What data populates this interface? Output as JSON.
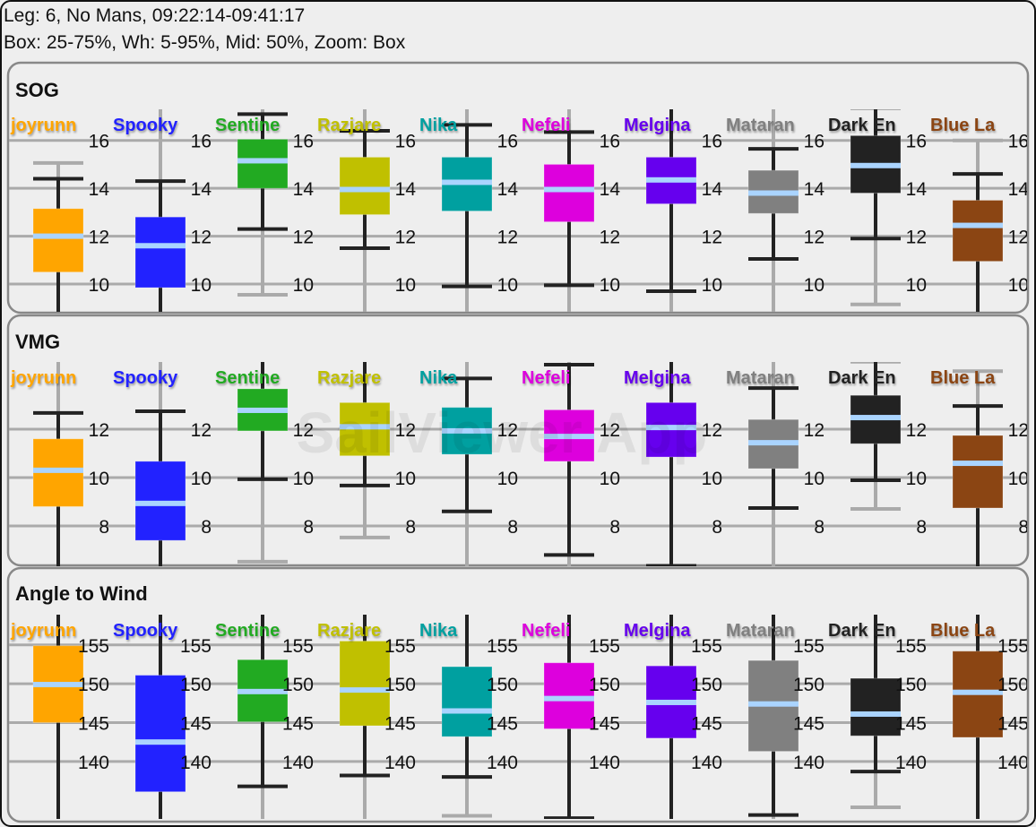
{
  "header": {
    "line1": "Leg: 6, No Mans, 09:22:14-09:41:17",
    "line2": "Box: 25-75%, Wh: 5-95%, Mid: 50%, Zoom: Box"
  },
  "watermark": "SailViewer App",
  "colors": {
    "median": "#AAD4FF",
    "inner_whisker": "#222222",
    "outer_whisker": "#AAAAAA",
    "grid": "#AAAAAA",
    "panel_border": "#888888"
  },
  "boats": [
    {
      "name": "joyrunn",
      "color": "#FFA500"
    },
    {
      "name": "Spooky",
      "color": "#2222FF"
    },
    {
      "name": "Sentine",
      "color": "#22AA22"
    },
    {
      "name": "Razjare",
      "color": "#C0C000"
    },
    {
      "name": "Nika",
      "color": "#00A0A0"
    },
    {
      "name": "Nefeli",
      "color": "#DD00DD"
    },
    {
      "name": "Melgina",
      "color": "#6600EE"
    },
    {
      "name": "Mataran",
      "color": "#808080"
    },
    {
      "name": "Dark En",
      "color": "#222222"
    },
    {
      "name": "Blue La",
      "color": "#8B4513"
    }
  ],
  "chart_data": [
    {
      "type": "box",
      "title": "SOG",
      "ylim": [
        8.84,
        17.3
      ],
      "yticks": [
        10,
        12,
        14,
        16
      ],
      "grid": true,
      "stat_order": [
        "min",
        "p5",
        "q1",
        "median",
        "q3",
        "p95",
        "max"
      ],
      "series": [
        [
          null,
          null,
          10.5,
          12.0,
          13.15,
          14.4,
          15.06
        ],
        [
          null,
          null,
          9.85,
          11.6,
          12.8,
          14.3,
          null
        ],
        [
          9.55,
          12.3,
          14.0,
          15.15,
          16.05,
          17.1,
          null
        ],
        [
          null,
          11.5,
          12.9,
          13.95,
          15.3,
          16.4,
          null
        ],
        [
          null,
          9.9,
          13.05,
          14.25,
          15.3,
          16.65,
          null
        ],
        [
          null,
          9.95,
          12.6,
          13.95,
          15.0,
          16.35,
          null
        ],
        [
          null,
          9.7,
          13.35,
          14.35,
          15.3,
          null,
          null
        ],
        [
          null,
          11.05,
          12.95,
          13.8,
          14.75,
          15.65,
          null
        ],
        [
          9.15,
          11.9,
          13.8,
          14.95,
          16.2,
          null,
          17.3
        ],
        [
          null,
          null,
          10.95,
          12.45,
          13.5,
          14.6,
          16.0
        ]
      ]
    },
    {
      "type": "box",
      "title": "VMG",
      "ylim": [
        6.33,
        14.78
      ],
      "yticks": [
        8,
        10,
        12
      ],
      "grid": true,
      "stat_order": [
        "min",
        "p5",
        "q1",
        "median",
        "q3",
        "p95",
        "max"
      ],
      "series": [
        [
          null,
          null,
          8.8,
          10.3,
          11.6,
          12.67,
          null
        ],
        [
          null,
          null,
          7.4,
          8.93,
          10.67,
          12.74,
          null
        ],
        [
          6.52,
          9.93,
          11.93,
          12.78,
          13.67,
          null,
          null
        ],
        [
          7.52,
          9.67,
          10.9,
          12.1,
          13.1,
          null,
          null
        ],
        [
          null,
          8.6,
          10.96,
          11.93,
          12.9,
          14.1,
          null
        ],
        [
          null,
          6.8,
          10.67,
          11.7,
          12.8,
          14.67,
          null
        ],
        [
          null,
          6.35,
          10.85,
          12.07,
          13.1,
          null,
          null
        ],
        [
          null,
          8.74,
          10.37,
          11.44,
          12.4,
          13.7,
          null
        ],
        [
          8.7,
          9.89,
          11.4,
          12.48,
          13.4,
          null,
          14.75
        ],
        [
          null,
          null,
          8.74,
          10.59,
          11.74,
          12.96,
          14.4
        ]
      ]
    },
    {
      "type": "box",
      "title": "Angle to Wind",
      "ylim": [
        132.6,
        158.9
      ],
      "yticks": [
        140,
        145,
        150,
        155
      ],
      "grid": true,
      "stat_order": [
        "min",
        "p5",
        "q1",
        "median",
        "q3",
        "p95",
        "max"
      ],
      "series": [
        [
          null,
          null,
          145.0,
          149.9,
          154.9,
          null,
          null
        ],
        [
          null,
          null,
          136.1,
          142.5,
          151.1,
          null,
          null
        ],
        [
          null,
          136.8,
          145.1,
          149.0,
          153.1,
          null,
          null
        ],
        [
          null,
          138.2,
          144.6,
          149.2,
          155.5,
          null,
          null
        ],
        [
          133.0,
          138.0,
          143.2,
          146.5,
          152.2,
          null,
          null
        ],
        [
          null,
          132.7,
          144.2,
          148.1,
          152.7,
          null,
          null
        ],
        [
          null,
          null,
          143.0,
          147.6,
          152.3,
          null,
          null
        ],
        [
          null,
          133.1,
          141.3,
          147.4,
          153.0,
          null,
          null
        ],
        [
          134.1,
          138.7,
          143.3,
          146.1,
          150.7,
          null,
          null
        ],
        [
          null,
          null,
          143.1,
          148.9,
          154.2,
          null,
          null
        ]
      ]
    }
  ]
}
